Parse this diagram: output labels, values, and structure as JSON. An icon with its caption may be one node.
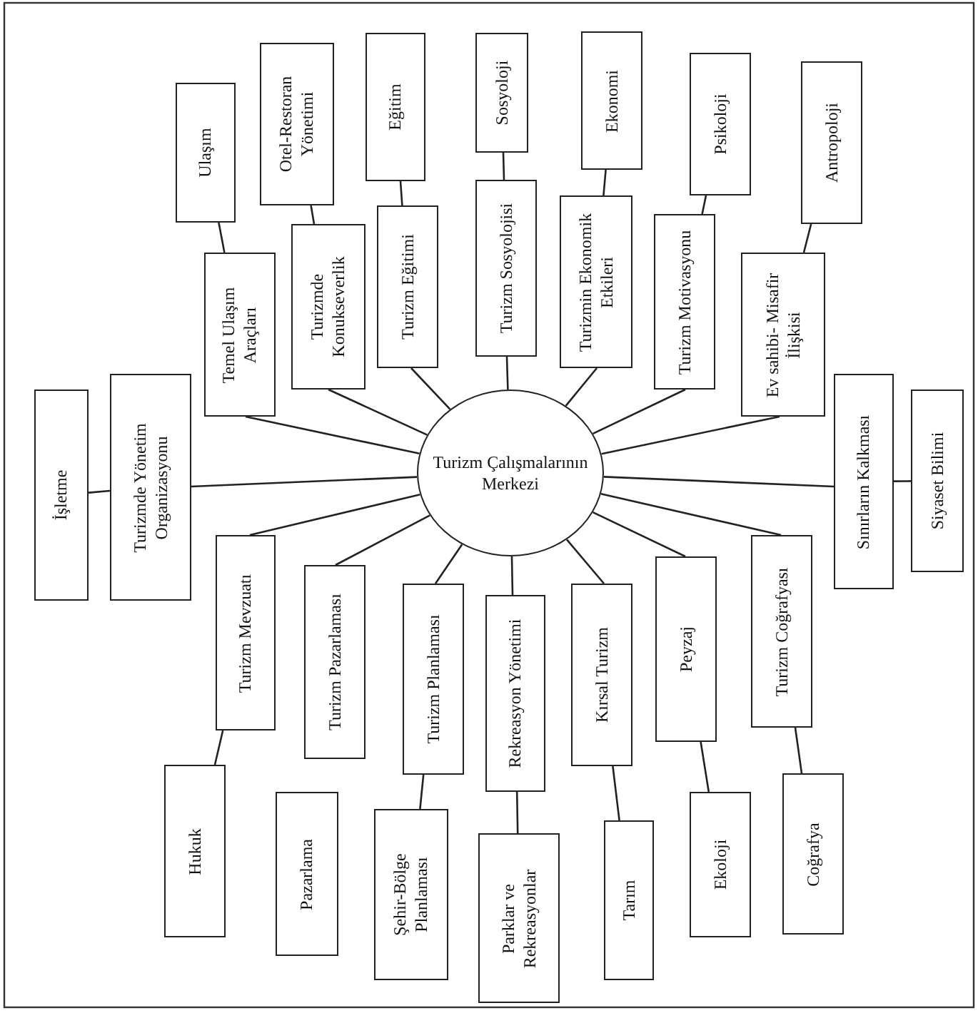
{
  "diagram": {
    "nodes": [
      {
        "text": [
          "Turizm Çalışmalarının Merkezi"
        ]
      },
      {
        "text": [
          "Turizmde Yönetim Organizasyonu"
        ]
      },
      {
        "text": [
          "Temel Ulaşım Araçları"
        ]
      },
      {
        "text": [
          "Turizmde Konukseverlik"
        ]
      },
      {
        "text": [
          "Turizm Eğitimi"
        ]
      },
      {
        "text": [
          "Turizm Sosyolojisi"
        ]
      },
      {
        "text": [
          "Turizmin Ekonomik Etkileri"
        ]
      },
      {
        "text": [
          "Turizm Motivasyonu"
        ]
      },
      {
        "text": [
          "Ev sahibi- Misafir İlişkisi"
        ]
      },
      {
        "text": [
          "Sınırların Kalkması"
        ]
      },
      {
        "text": [
          "Turizm Coğrafyası"
        ]
      },
      {
        "text": [
          "Peyzaj"
        ]
      },
      {
        "text": [
          "Kırsal Turizm"
        ]
      },
      {
        "text": [
          "Rekreasyon Yönetimi"
        ]
      },
      {
        "text": [
          "Turizm Planlaması"
        ]
      },
      {
        "text": [
          "Turizm Pazarlaması"
        ]
      },
      {
        "text": [
          "Turizm Mevzuatı"
        ]
      },
      {
        "text": [
          "İşletme"
        ]
      },
      {
        "text": [
          "Ulaşım"
        ]
      },
      {
        "text": [
          "Otel-Restoran Yönetimi"
        ]
      },
      {
        "text": [
          "Eğitim"
        ]
      },
      {
        "text": [
          "Sosyoloji"
        ]
      },
      {
        "text": [
          "Ekonomi"
        ]
      },
      {
        "text": [
          "Psikoloji"
        ]
      },
      {
        "text": [
          "Antropoloji"
        ]
      },
      {
        "text": [
          "Siyaset Bilimi"
        ]
      },
      {
        "text": [
          "Coğrafya"
        ]
      },
      {
        "text": [
          "Ekoloji"
        ]
      },
      {
        "text": [
          "Tarım"
        ]
      },
      {
        "text": [
          "Parklar ve Rekreasyonlar"
        ]
      },
      {
        "text": [
          "Şehir-Bölge Planlaması"
        ]
      },
      {
        "text": [
          "Pazarlama"
        ]
      },
      {
        "text": [
          "Hukuk"
        ]
      }
    ],
    "edges": [
      {
        "from": 0,
        "to": 1,
        "arrow": "none"
      },
      {
        "from": 0,
        "to": 2,
        "arrow": "none"
      },
      {
        "from": 0,
        "to": 3,
        "arrow": "none"
      },
      {
        "from": 0,
        "to": 4,
        "arrow": "none"
      },
      {
        "from": 0,
        "to": 5,
        "arrow": "none"
      },
      {
        "from": 0,
        "to": 6,
        "arrow": "none"
      },
      {
        "from": 0,
        "to": 7,
        "arrow": "none"
      },
      {
        "from": 0,
        "to": 8,
        "arrow": "none"
      },
      {
        "from": 0,
        "to": 9,
        "arrow": "none"
      },
      {
        "from": 0,
        "to": 10,
        "arrow": "none"
      },
      {
        "from": 0,
        "to": 11,
        "arrow": "none"
      },
      {
        "from": 0,
        "to": 12,
        "arrow": "none"
      },
      {
        "from": 0,
        "to": 13,
        "arrow": "none"
      },
      {
        "from": 0,
        "to": 14,
        "arrow": "none"
      },
      {
        "from": 0,
        "to": 15,
        "arrow": "none"
      },
      {
        "from": 0,
        "to": 16,
        "arrow": "none"
      },
      {
        "from": 1,
        "to": 17,
        "arrow": "none"
      },
      {
        "from": 2,
        "to": 18,
        "arrow": "none"
      },
      {
        "from": 3,
        "to": 19,
        "arrow": "none"
      },
      {
        "from": 4,
        "to": 20,
        "arrow": "none"
      },
      {
        "from": 5,
        "to": 21,
        "arrow": "none"
      },
      {
        "from": 6,
        "to": 22,
        "arrow": "none"
      },
      {
        "from": 7,
        "to": 23,
        "arrow": "none"
      },
      {
        "from": 8,
        "to": 24,
        "arrow": "none"
      },
      {
        "from": 9,
        "to": 25,
        "arrow": "none"
      },
      {
        "from": 10,
        "to": 26,
        "arrow": "none"
      },
      {
        "from": 11,
        "to": 27,
        "arrow": "none"
      },
      {
        "from": 12,
        "to": 28,
        "arrow": "none"
      },
      {
        "from": 13,
        "to": 29,
        "arrow": "none"
      },
      {
        "from": 14,
        "to": 30,
        "arrow": "none"
      },
      {
        "from": 16,
        "to": 32,
        "arrow": "none"
      }
    ]
  }
}
